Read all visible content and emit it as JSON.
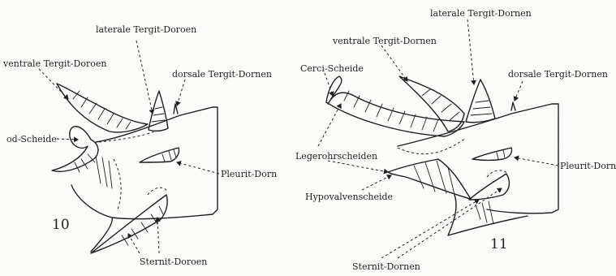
{
  "figure10": {
    "number": "10",
    "labels": {
      "laterale_tergit": "laterale Tergit-Doroen",
      "ventrale_tergit": "ventrale Tergit-Doroen",
      "dorsale_tergit": "dorsale Tergit-Dornen",
      "od_scheide": "od-Scheide",
      "pleurit": "Pleurit-Dorn",
      "sternit": "Sternit-Doroen"
    }
  },
  "figure11": {
    "number": "11",
    "labels": {
      "laterale_tergit": "laterale Tergit-Dornen",
      "ventrale_tergit": "ventrale Tergit-Dornen",
      "cerci": "Cerci-Scheide",
      "dorsale_tergit": "dorsale Tergit-Dornen",
      "legeroehren": "Legerohrscheiden",
      "pleurit": "Pleurit-Dorn",
      "hypovalven": "Hypovalvenscheide",
      "sternit": "Sternit-Dornen"
    }
  }
}
